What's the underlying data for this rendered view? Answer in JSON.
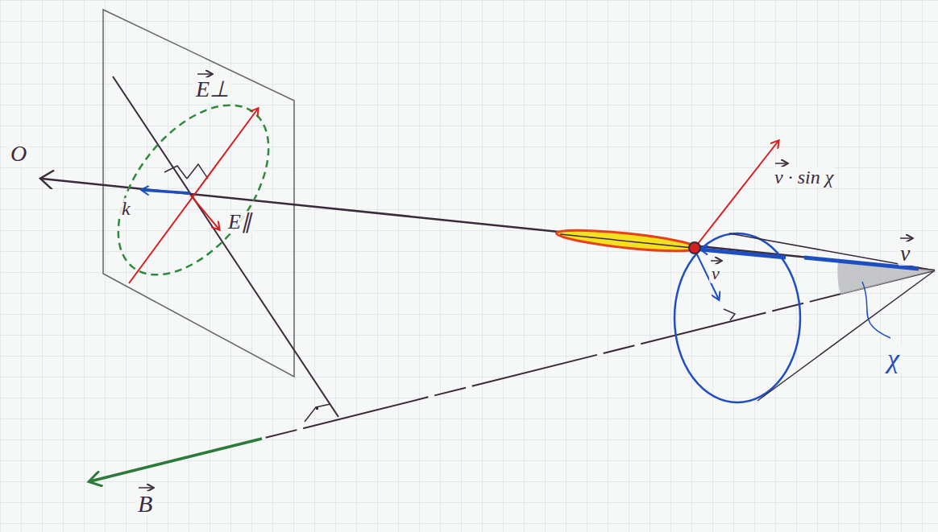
{
  "diagram": {
    "labels": [
      "O",
      "E⊥",
      "k",
      "E∥",
      "v · sin χ",
      "v",
      "v",
      "χ",
      "B"
    ]
  }
}
